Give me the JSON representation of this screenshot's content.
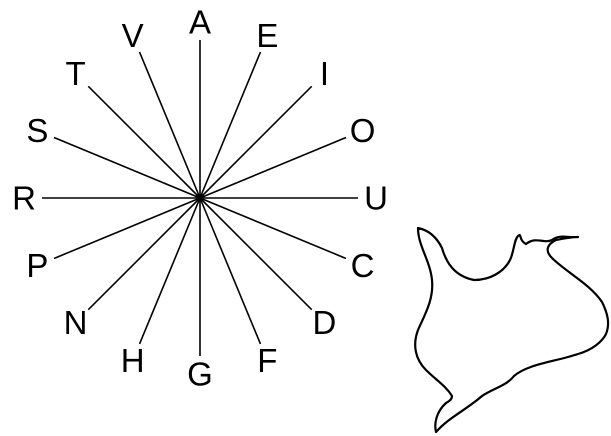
{
  "wheel": {
    "letters": [
      "A",
      "E",
      "I",
      "O",
      "U",
      "C",
      "D",
      "F",
      "G",
      "H",
      "N",
      "P",
      "R",
      "S",
      "T",
      "V"
    ]
  },
  "dove": {
    "icon": "dove-icon"
  }
}
